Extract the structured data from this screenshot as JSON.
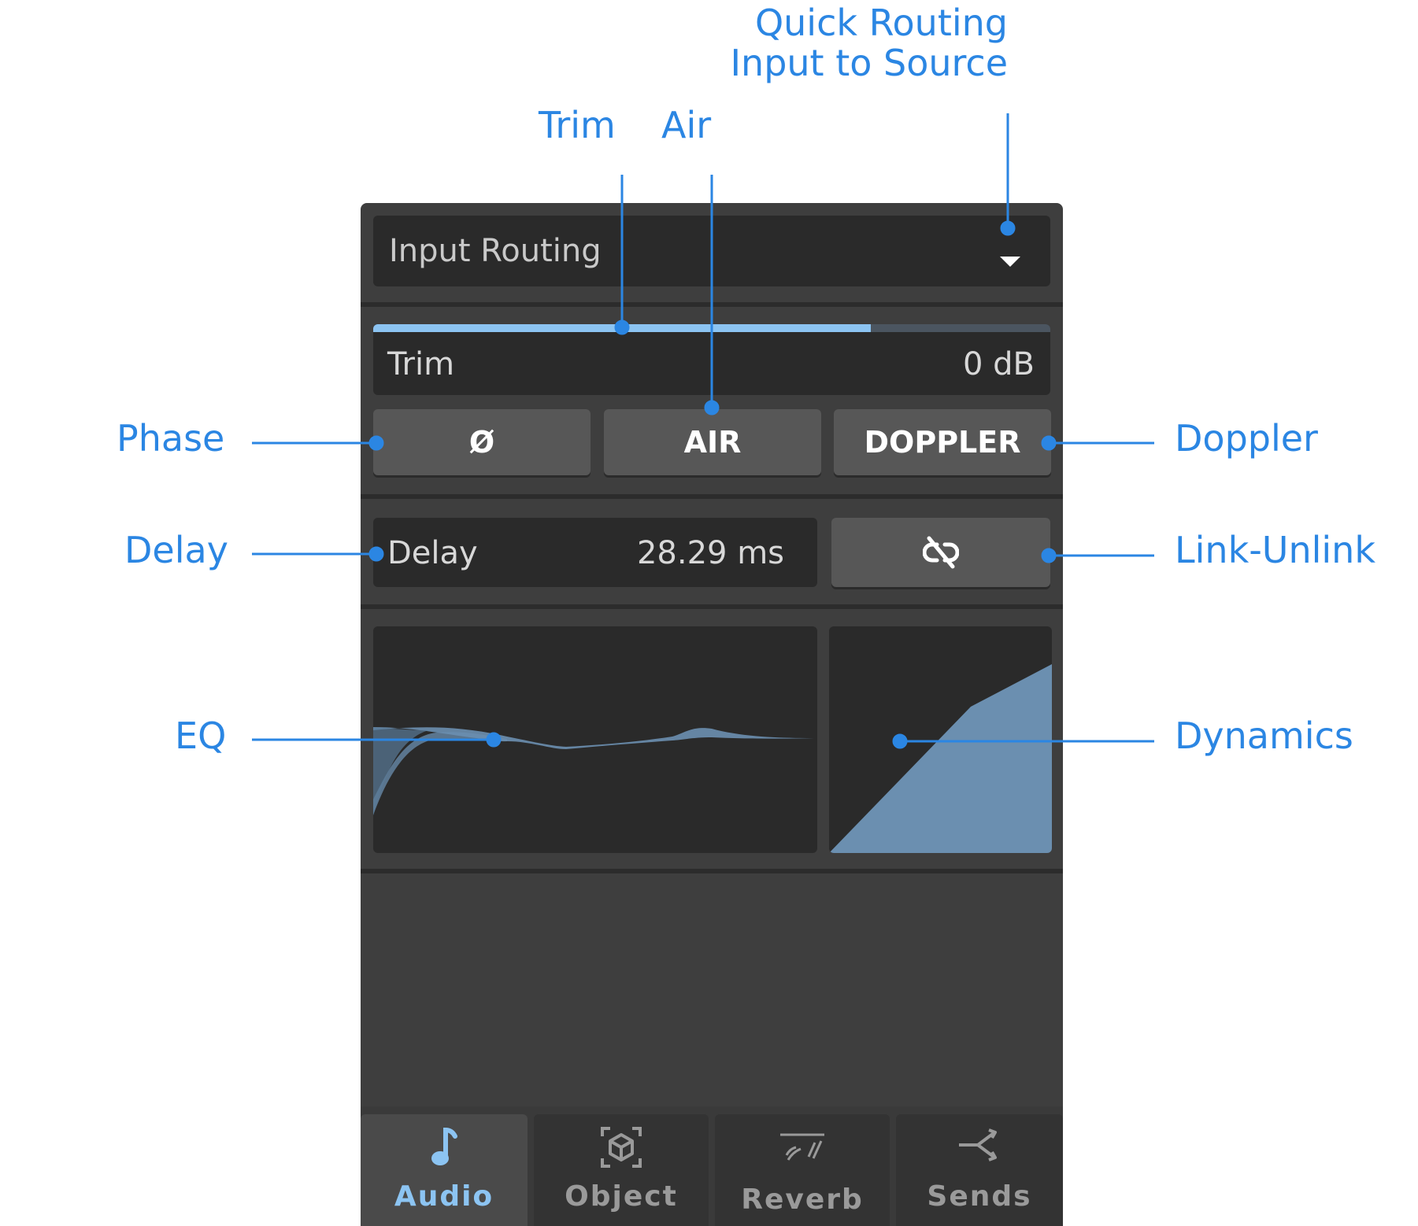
{
  "callouts": {
    "quick_routing_line1": "Quick Routing",
    "quick_routing_line2": "Input to Source",
    "trim": "Trim",
    "air": "Air",
    "phase": "Phase",
    "doppler": "Doppler",
    "delay": "Delay",
    "link_unlink": "Link-Unlink",
    "eq": "EQ",
    "dynamics": "Dynamics"
  },
  "panel": {
    "input_routing": {
      "label": "Input Routing",
      "icon": "dropdown-triangle-icon"
    },
    "trim": {
      "label": "Trim",
      "value": "0 dB",
      "level_fraction": 0.735
    },
    "buttons": {
      "phase": "Ø",
      "air": "AIR",
      "doppler": "DOPPLER"
    },
    "delay": {
      "label": "Delay",
      "value": "28.29 ms"
    },
    "link": {
      "icon": "unlink-chain-icon"
    },
    "tabs": [
      {
        "label": "Audio",
        "icon": "music-note-icon",
        "active": true
      },
      {
        "label": "Object",
        "icon": "cube-icon",
        "active": false
      },
      {
        "label": "Reverb",
        "icon": "reverb-icon",
        "active": false
      },
      {
        "label": "Sends",
        "icon": "sends-icon",
        "active": false
      }
    ]
  },
  "colors": {
    "accent": "#2b86e3",
    "trim_fill": "#8cc4f2",
    "curve_fill": "#6b8fb0",
    "panel_bg": "#3e3e3e",
    "field_bg": "#2a2a2a"
  }
}
